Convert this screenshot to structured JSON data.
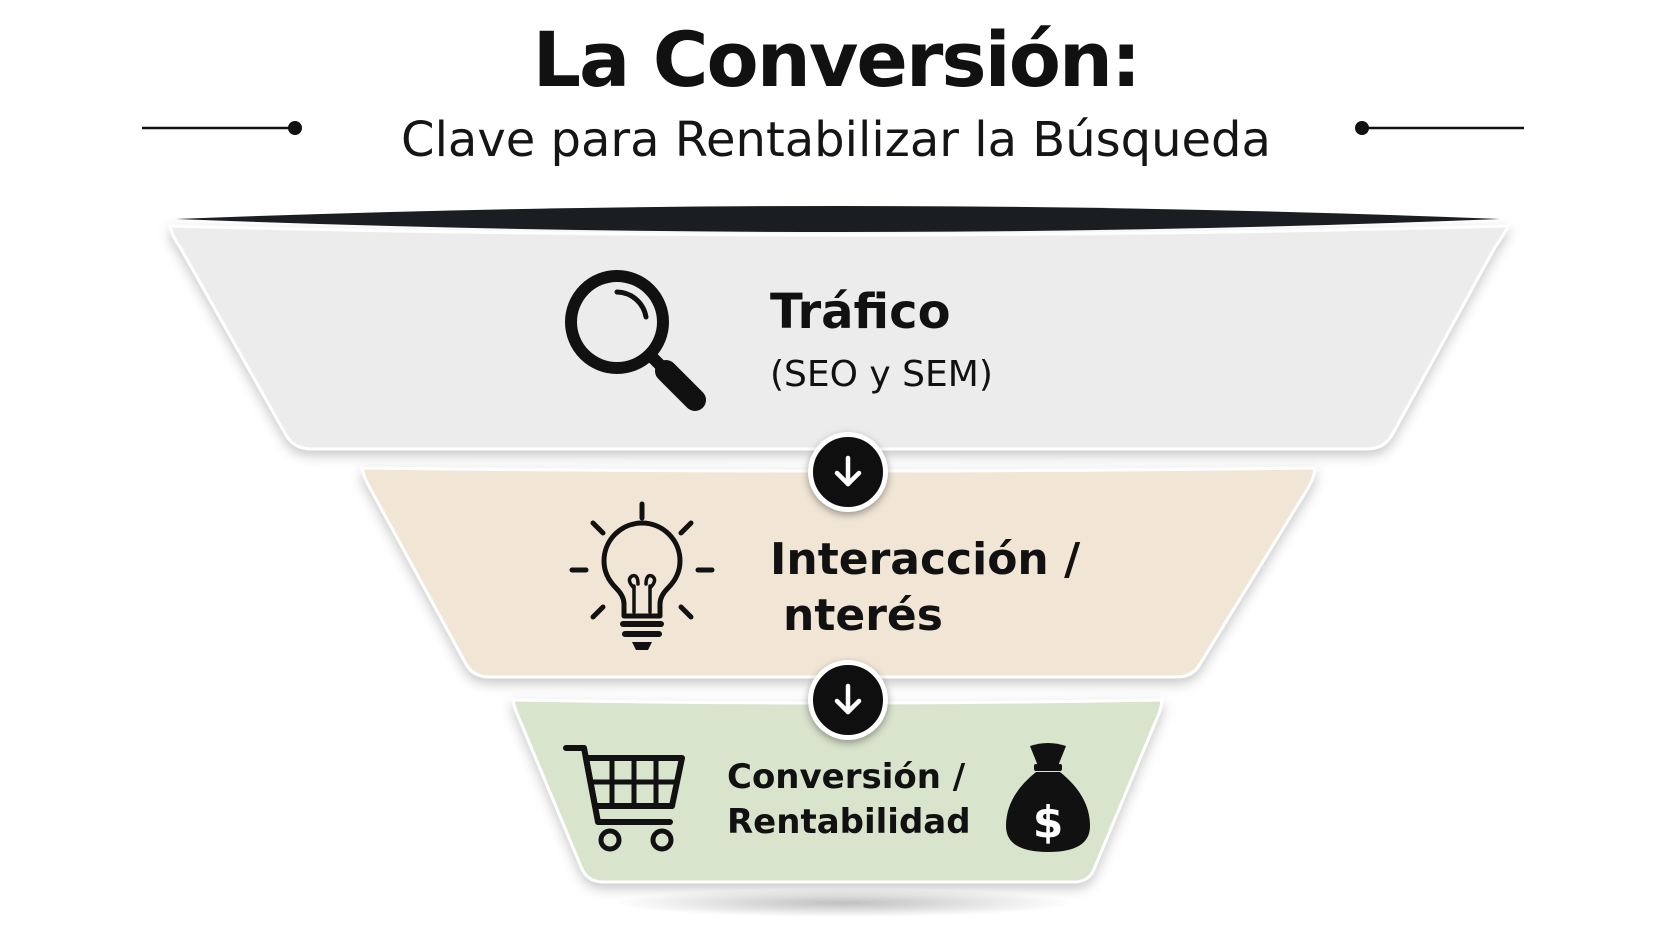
{
  "header": {
    "title": "La Conversión:",
    "subtitle": "Clave para Rentabilizar la Búsqueda"
  },
  "stages": [
    {
      "title": "Tráfico",
      "subtitle": "(SEO y SEM)",
      "icon": "magnifying-glass-icon",
      "color": "#ececec"
    },
    {
      "title_line1": "Interacción /",
      "title_line2": "nterés",
      "icon": "lightbulb-icon",
      "color": "#f1e6d6"
    },
    {
      "title_line1": "Conversión /",
      "title_line2": "Rentabilidad",
      "icon_left": "shopping-cart-icon",
      "icon_right": "money-bag-icon",
      "color": "#d9e4cd"
    }
  ],
  "connectors": [
    {
      "icon": "arrow-down-icon"
    },
    {
      "icon": "arrow-down-icon"
    }
  ],
  "colors": {
    "rim": "#1a1d22",
    "badge": "#0f0f0f"
  }
}
